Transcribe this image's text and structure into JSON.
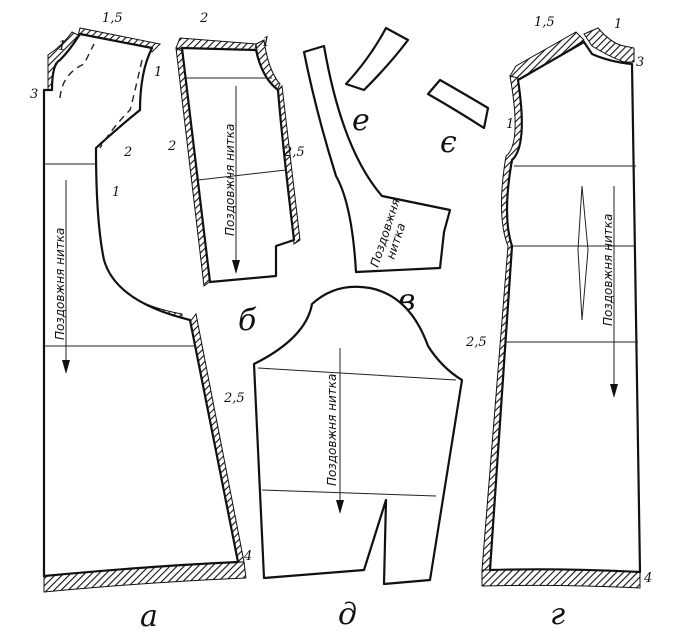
{
  "grain_text": "Поздовжня нитка",
  "grain_text_short_1": "Поздовжня",
  "grain_text_short_2": "нитка",
  "piece_labels": {
    "a": "а",
    "b": "б",
    "v": "в",
    "g": "г",
    "d": "д",
    "e": "е",
    "ye": "є"
  },
  "allowances": {
    "a_shoulder": "1,5",
    "a_neck": "1",
    "a_armhole_top": "1",
    "a_neck_side": "3",
    "a_armhole": "2",
    "a_armhole_lower": "1",
    "a_side": "2,5",
    "a_hem": "4",
    "b_shoulder": "2",
    "b_neck": "1",
    "b_left": "2",
    "b_right": "2,5",
    "g_shoulder": "1,5",
    "g_neck": "1",
    "g_neck_side": "3",
    "g_armhole": "1",
    "g_side": "2,5",
    "g_hem": "4"
  }
}
